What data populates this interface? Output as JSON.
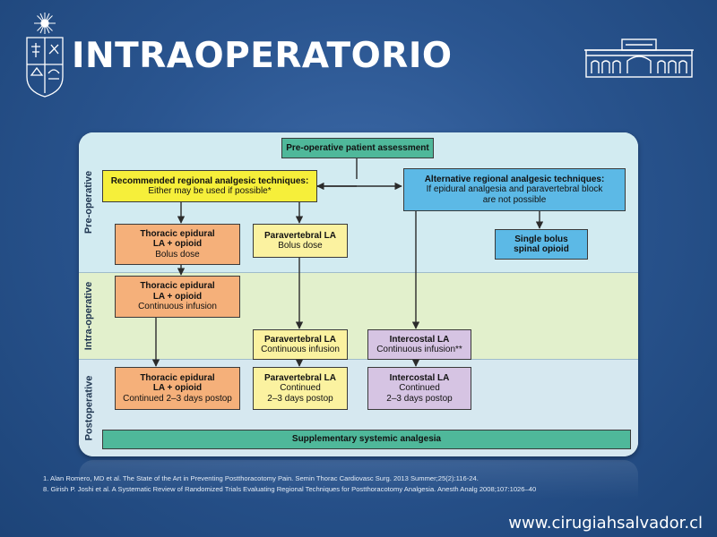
{
  "slide": {
    "title": "INTRAOPERATORIO",
    "website": "www.cirugiahsalvador.cl"
  },
  "logos": {
    "left": "university-emblem-icon",
    "right": "hospital-building-logo-icon"
  },
  "diagram": {
    "phases": [
      "Pre-operative",
      "Intra-operative",
      "Postoperative"
    ],
    "nodes": {
      "assessment": [
        "Pre-operative patient assessment"
      ],
      "recommended": [
        "Recommended regional analgesic techniques:",
        "Either may be used if possible*"
      ],
      "alternative": [
        "Alternative regional analgesic techniques:",
        "If epidural analgesia and paravertebral block",
        "are not possible"
      ],
      "te_bolus": [
        "Thoracic epidural",
        "LA + opioid",
        "Bolus dose"
      ],
      "pv_bolus": [
        "Paravertebral LA",
        "Bolus dose"
      ],
      "spinal": [
        "Single bolus",
        "spinal opioid"
      ],
      "te_infusion": [
        "Thoracic epidural",
        "LA + opioid",
        "Continuous infusion"
      ],
      "pv_infusion": [
        "Paravertebral LA",
        "Continuous infusion"
      ],
      "ic_infusion": [
        "Intercostal LA",
        "Continuous infusion**"
      ],
      "te_post": [
        "Thoracic epidural",
        "LA + opioid",
        "Continued 2–3 days postop"
      ],
      "pv_post": [
        "Paravertebral LA",
        "Continued",
        "2–3 days postop"
      ],
      "ic_post": [
        "Intercostal LA",
        "Continued",
        "2–3 days postop"
      ],
      "supplementary": [
        "Supplementary systemic analgesia"
      ]
    }
  },
  "references": [
    "1. Alan Romero, MD et al. The State of the Art in Preventing Postthoracotomy Pain. Semin Thorac Cardiovasc Surg. 2013 Summer;25(2):116-24.",
    "8. Girish P. Joshi et al. A Systematic Review of Randomized Trials Evaluating Regional Techniques for Postthoracotomy Analgesia. Anesth Analg 2008;107:1026–40"
  ],
  "colors": {
    "background": "#2a5590",
    "pre_band": "#d2ebf1",
    "intra_band": "#e2f0cc",
    "post_band": "#d6e8f0",
    "green_box": "#4fb89a",
    "yellow_box": "#f6ef3a",
    "blue_box": "#5cb9e6",
    "orange_box": "#f5b07a",
    "light_yellow_box": "#fbf2a0",
    "lilac_box": "#d6c4e3"
  }
}
